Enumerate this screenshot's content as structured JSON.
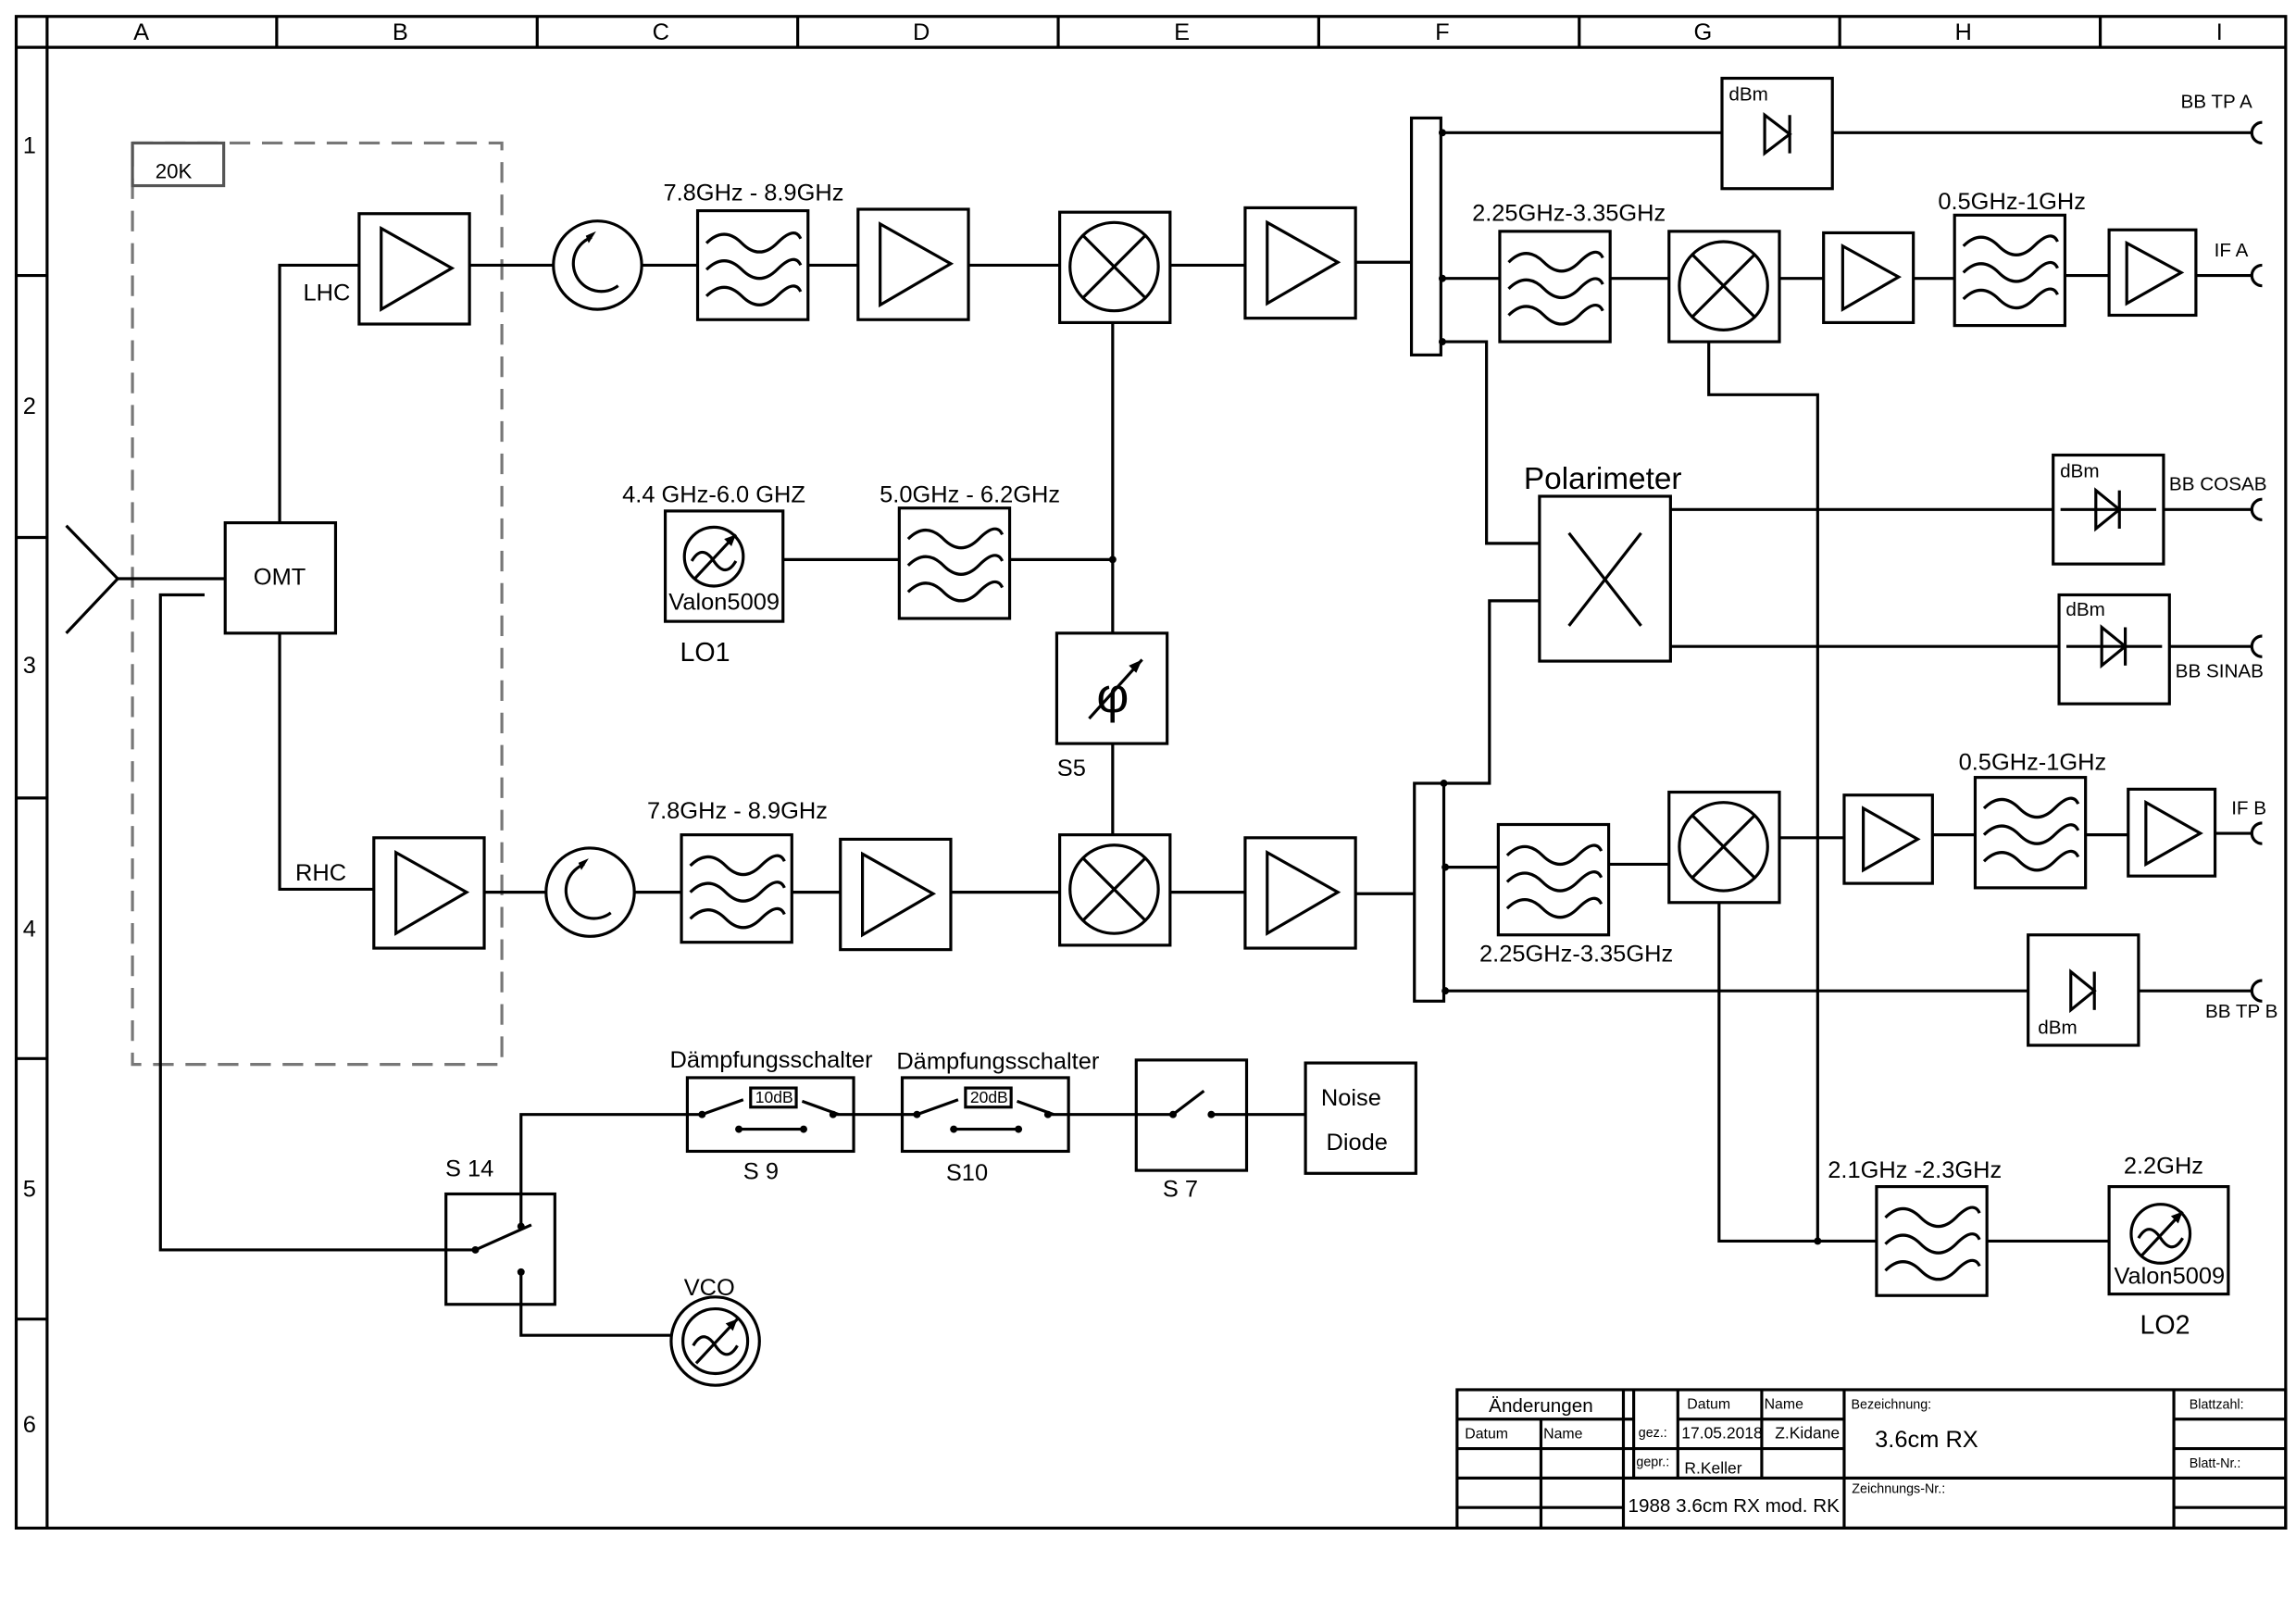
{
  "grid": {
    "columns": [
      "A",
      "B",
      "C",
      "D",
      "E",
      "F",
      "G",
      "H",
      "I"
    ],
    "rows": [
      "1",
      "2",
      "3",
      "4",
      "5",
      "6"
    ]
  },
  "cryo_zone_label": "20K",
  "labels": {
    "lhc": "LHC",
    "rhc": "RHC",
    "omt": "OMT",
    "filter_rf_top": "7.8GHz - 8.9GHz",
    "filter_rf_bottom": "7.8GHz - 8.9GHz",
    "lo1_freq": "4.4 GHz-6.0 GHZ",
    "lo1_device": "Valon5009",
    "lo1_name": "LO1",
    "lo1_filter": "5.0GHz - 6.2GHz",
    "phase_shifter_symbol": "φ",
    "phase_shifter_name": "S5",
    "if_filter_top": "2.25GHz-3.35GHz",
    "if_filter_bottom": "2.25GHz-3.35GHz",
    "bb_filter_top": "0.5GHz-1GHz",
    "bb_filter_bottom": "0.5GHz-1GHz",
    "polarimeter": "Polarimeter",
    "lo2_filter": "2.1GHz -2.3GHz",
    "lo2_freq": "2.2GHz",
    "lo2_device": "Valon5009",
    "lo2_name": "LO2",
    "dbm": "dBm",
    "out_bb_tp_a": "BB TP A",
    "out_if_a": "IF A",
    "out_bb_cosab": "BB COSAB",
    "out_bb_sinab": "BB SINAB",
    "out_if_b": "IF B",
    "out_bb_tp_b": "BB TP B",
    "att1_title": "Dämpfungsschalter",
    "att1_value": "10dB",
    "att1_name": "S 9",
    "att2_title": "Dämpfungsschalter",
    "att2_value": "20dB",
    "att2_name": "S10",
    "s7_name": "S 7",
    "noise_line1": "Noise",
    "noise_line2": "Diode",
    "s14_name": "S 14",
    "vco": "VCO"
  },
  "title_block": {
    "changes": "Änderungen",
    "datum": "Datum",
    "name": "Name",
    "gez": "gez.:",
    "gepr": "gepr.:",
    "gez_date": "17.05.2018",
    "gez_name": "Z.Kidane",
    "gepr_name": "R.Keller",
    "bezeichnung_label": "Bezeichnung:",
    "bezeichnung": "3.6cm RX",
    "blattzahl": "Blattzahl:",
    "blatt_nr": "Blatt-Nr.:",
    "zeichnungs_nr": "Zeichnungs-Nr.:",
    "source_note": "1988 3.6cm RX mod. RK"
  }
}
